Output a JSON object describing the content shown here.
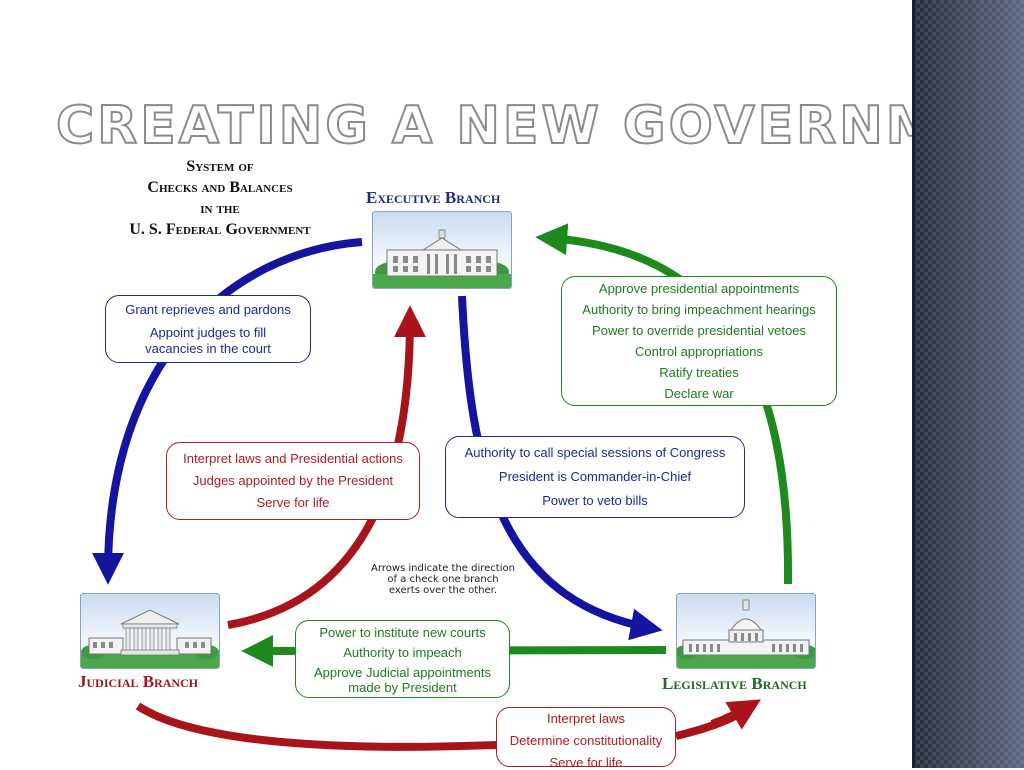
{
  "title": "Creating a New Government",
  "diagram": {
    "heading_lines": [
      "System of",
      "Checks and Balances",
      "in the",
      "U. S. Federal Government"
    ],
    "branches": {
      "executive": "Executive Branch",
      "judicial": "Judicial Branch",
      "legislative": "Legislative Branch"
    },
    "exec_to_judicial": [
      "Grant reprieves and pardons",
      "Appoint judges to fill",
      "vacancies in the court"
    ],
    "judicial_to_exec": [
      "Interpret laws and Presidential actions",
      "Judges appointed by the President",
      "Serve for life"
    ],
    "legislative_to_exec": [
      "Approve presidential appointments",
      "Authority to bring impeachment hearings",
      "Power to override presidential vetoes",
      "Control appropriations",
      "Ratify treaties",
      "Declare war"
    ],
    "exec_to_legislative": [
      "Authority to call special sessions of Congress",
      "President is Commander-in-Chief",
      "Power to veto bills"
    ],
    "legislative_to_judicial": [
      "Power to institute new courts",
      "Authority to impeach",
      "Approve Judicial appointments",
      "made by President"
    ],
    "judicial_to_legislative": [
      "Interpret laws",
      "Determine constitutionality",
      "Serve for life"
    ],
    "note_lines": [
      "Arrows indicate the direction",
      "of a check one branch",
      "exerts over the other."
    ]
  },
  "colors": {
    "executive_arrow": "#1414a0",
    "judicial_arrow": "#a8141a",
    "legislative_arrow": "#1e8a1e",
    "sidebar": "#3b4558"
  },
  "icons": {
    "executive_building": "white-house-icon",
    "judicial_building": "supreme-court-icon",
    "legislative_building": "capitol-icon"
  }
}
